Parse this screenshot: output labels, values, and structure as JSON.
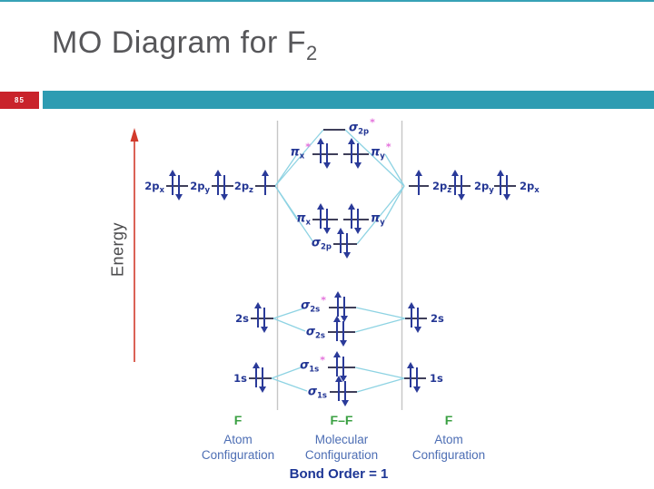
{
  "slide": {
    "title_text": "MO Diagram for F",
    "title_sub": "2",
    "page_number": "85"
  },
  "energy_axis": {
    "label": "Energy"
  },
  "star": "*",
  "orbitals": {
    "left_2px": {
      "base": "2p",
      "sub": "x"
    },
    "left_2py": {
      "base": "2p",
      "sub": "y"
    },
    "left_2pz": {
      "base": "2p",
      "sub": "z"
    },
    "right_2pz": {
      "base": "2p",
      "sub": "z"
    },
    "right_2py": {
      "base": "2p",
      "sub": "y"
    },
    "right_2px": {
      "base": "2p",
      "sub": "x"
    },
    "sigma2p_star": {
      "base": "σ",
      "sub": "2p"
    },
    "pix_star": {
      "base": "π",
      "sub": "x"
    },
    "piy_star": {
      "base": "π",
      "sub": "y"
    },
    "pix": {
      "base": "π",
      "sub": "x"
    },
    "piy": {
      "base": "π",
      "sub": "y"
    },
    "sigma2p": {
      "base": "σ",
      "sub": "2p"
    },
    "left_2s": {
      "base": "2s",
      "sub": ""
    },
    "right_2s": {
      "base": "2s",
      "sub": ""
    },
    "sigma2s_star": {
      "base": "σ",
      "sub": "2s"
    },
    "sigma2s": {
      "base": "σ",
      "sub": "2s"
    },
    "left_1s": {
      "base": "1s",
      "sub": ""
    },
    "right_1s": {
      "base": "1s",
      "sub": ""
    },
    "sigma1s_star": {
      "base": "σ",
      "sub": "1s"
    },
    "sigma1s": {
      "base": "σ",
      "sub": "1s"
    }
  },
  "electron_occupancy": {
    "atomic_F_each": {
      "1s": 2,
      "2s": 2,
      "2px": 2,
      "2py": 2,
      "2pz": 1
    },
    "molecular_F2": {
      "σ1s": 2,
      "σ1s*": 2,
      "σ2s": 2,
      "σ2s*": 2,
      "σ2p": 2,
      "πx": 2,
      "πy": 2,
      "πx*": 2,
      "πy*": 2,
      "σ2p*": 0
    }
  },
  "footer": {
    "left_atom": "F",
    "molecule": "F–F",
    "right_atom": "F",
    "left_caption_1": "Atom",
    "left_caption_2": "Configuration",
    "mid_caption_1": "Molecular",
    "mid_caption_2": "Configuration",
    "right_caption_1": "Atom",
    "right_caption_2": "Configuration",
    "bond_order": "Bond Order = 1"
  },
  "colors": {
    "header_bar": "#2e9cb2",
    "page_badge": "#c9232b",
    "title": "#57575a",
    "orbital_label": "#233694",
    "electron_arrow": "#2a3a99",
    "connector": "#8ed3e3",
    "antibonding_star": "#e473dc",
    "atom_label_green": "#3aa042",
    "caption_blue": "#4d6eb4",
    "bond_order_navy": "#1d3695",
    "energy_arrow": "#d23b2c",
    "separator_gray": "#c6c6c6"
  }
}
